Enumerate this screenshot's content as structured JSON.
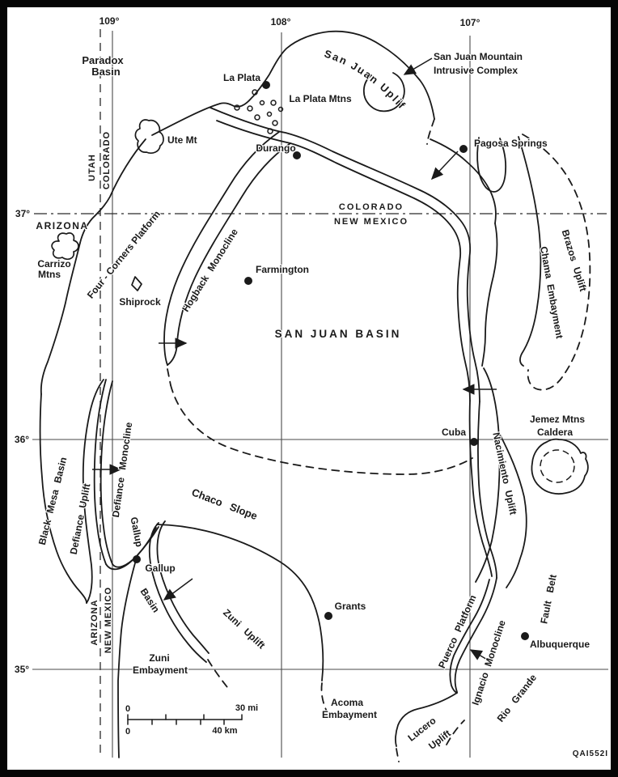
{
  "figure": {
    "id": "QAI552I"
  },
  "colors": {
    "ink": "#1a1a1a",
    "paper": "#ffffff"
  },
  "graticule": {
    "lon109": "109°",
    "lon108": "108°",
    "lon107": "107°",
    "lat37": "37°",
    "lat36": "36°",
    "lat35": "35°"
  },
  "state_boundaries": {
    "utah": "UTAH",
    "colorado_west": "COLORADO",
    "colorado": "COLORADO",
    "new_mexico": "NEW MEXICO",
    "arizona": "ARIZONA",
    "arizona_south": "ARIZONA",
    "new_mexico_south": "NEW MEXICO"
  },
  "towns": [
    {
      "name": "La Plata"
    },
    {
      "name": "Durango"
    },
    {
      "name": "Pagosa Springs"
    },
    {
      "name": "Farmington"
    },
    {
      "name": "Cuba"
    },
    {
      "name": "Gallup"
    },
    {
      "name": "Grants"
    },
    {
      "name": "Albuquerque"
    }
  ],
  "features": {
    "paradox_basin_line1": "Paradox",
    "paradox_basin_line2": "Basin",
    "ute_mt": "Ute Mt",
    "la_plata_mtns": "La Plata Mtns",
    "san_juan_uplift": "San Juan Uplift",
    "intrusive_line1": "San Juan Mountain",
    "intrusive_line2": "Intrusive Complex",
    "carrizo_line1": "Carrizo",
    "carrizo_line2": "Mtns",
    "four_corners_platform": "Four - Corners Platform",
    "shiprock": "Shiprock",
    "hogback_monocline": "Hogback  Monocline",
    "san_juan_basin": "SAN JUAN BASIN",
    "brazos_uplift": "Brazos  Uplift",
    "chama_embayment": "Chama  Embayment",
    "jemez_line1": "Jemez Mtns",
    "jemez_line2": "Caldera",
    "nacimiento_uplift": "Nacimiento  Uplift",
    "black_mesa_basin": "Black  Mesa  Basin",
    "defiance_uplift": "Defiance  Uplift",
    "defiance_monocline": "Defiance  Monocline",
    "chaco_slope": "Chaco  Slope",
    "gallup_basin_word1": "Gallup",
    "gallup_basin_word2": "Basin",
    "zuni_uplift": "Zuni  Uplift",
    "zuni_embayment_line1": "Zuni",
    "zuni_embayment_line2": "Embayment",
    "acoma_embayment_line1": "Acoma",
    "acoma_embayment_line2": "Embayment",
    "puerco_platform": "Puerco  Platform",
    "ignacio_monocline": "Ignacio  Monocline",
    "lucero_word1": "Lucero",
    "lucero_word2": "Uplift",
    "rio_grande": "Rio  Grande",
    "fault_belt": "Fault  Belt"
  },
  "scale_bar": {
    "mi_zero": "0",
    "mi_max": "30 mi",
    "km_zero": "0",
    "km_max": "40 km"
  }
}
